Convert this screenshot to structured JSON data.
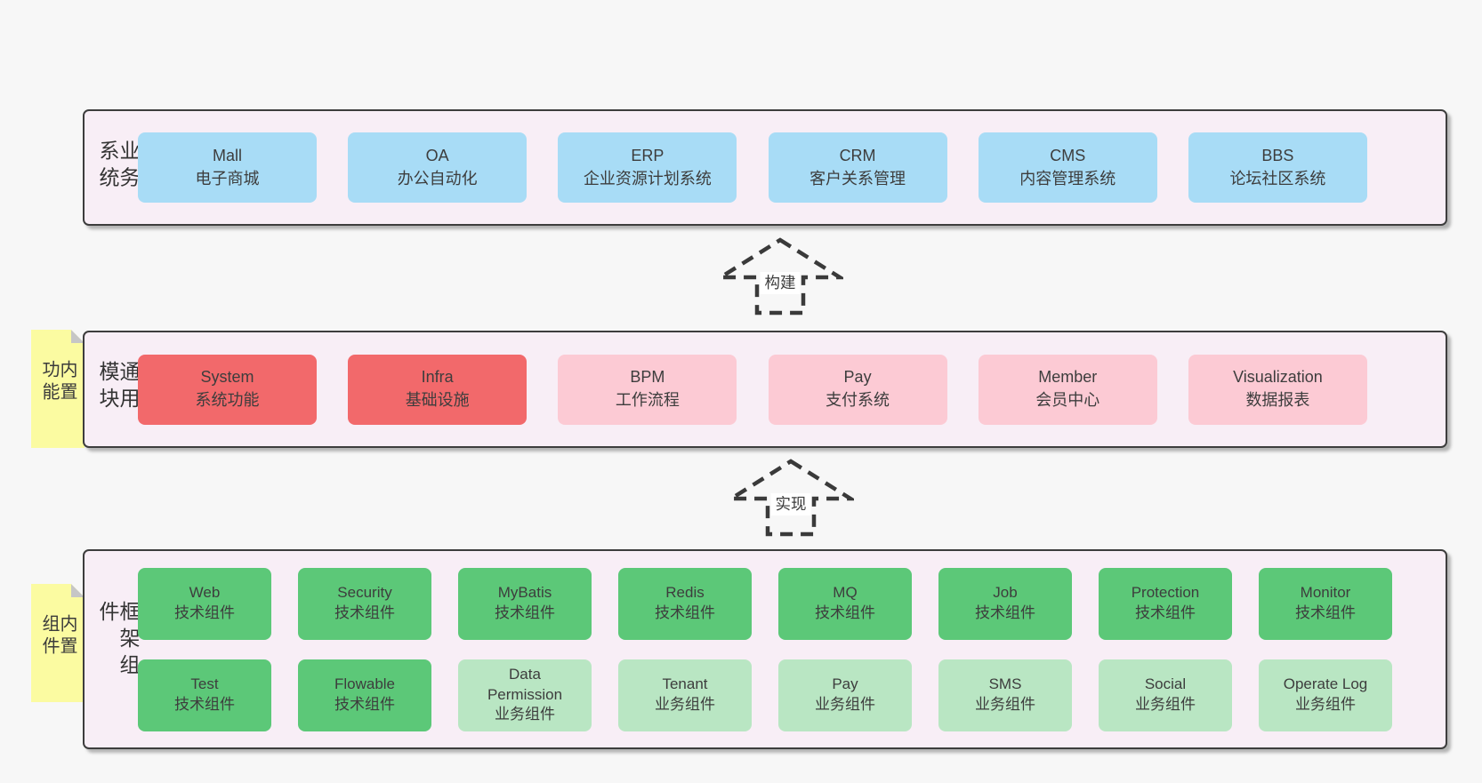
{
  "palette": {
    "page_bg": "#f7f7f7",
    "panel_bg": "#f8eef6",
    "panel_border": "#3d3d3d",
    "blue": "#a8dcf6",
    "red": "#f2696b",
    "pink": "#fccad4",
    "green": "#5cc878",
    "green_light": "#b9e6c3",
    "sticky_yellow": "#fbfba1",
    "fold_gray": "#c6c6c6",
    "text": "#3d3d3d"
  },
  "arrows": [
    {
      "label": "构建"
    },
    {
      "label": "实现"
    }
  ],
  "layers": [
    {
      "label": "业务系统",
      "boxes": [
        {
          "title": "Mall",
          "subtitle": "电子商城"
        },
        {
          "title": "OA",
          "subtitle": "办公自动化"
        },
        {
          "title": "ERP",
          "subtitle": "企业资源计划系统"
        },
        {
          "title": "CRM",
          "subtitle": "客户关系管理"
        },
        {
          "title": "CMS",
          "subtitle": "内容管理系统"
        },
        {
          "title": "BBS",
          "subtitle": "论坛社区系统"
        }
      ]
    },
    {
      "label": "通用模块",
      "sticky": "内置功能",
      "boxes": [
        {
          "title": "System",
          "subtitle": "系统功能"
        },
        {
          "title": "Infra",
          "subtitle": "基础设施"
        },
        {
          "title": "BPM",
          "subtitle": "工作流程"
        },
        {
          "title": "Pay",
          "subtitle": "支付系统"
        },
        {
          "title": "Member",
          "subtitle": "会员中心"
        },
        {
          "title": "Visualization",
          "subtitle": "数据报表"
        }
      ]
    },
    {
      "label": "框架组件",
      "sticky": "内置组件",
      "boxes": [
        {
          "title": "Web",
          "subtitle": "技术组件"
        },
        {
          "title": "Security",
          "subtitle": "技术组件"
        },
        {
          "title": "MyBatis",
          "subtitle": "技术组件"
        },
        {
          "title": "Redis",
          "subtitle": "技术组件"
        },
        {
          "title": "MQ",
          "subtitle": "技术组件"
        },
        {
          "title": "Job",
          "subtitle": "技术组件"
        },
        {
          "title": "Protection",
          "subtitle": "技术组件"
        },
        {
          "title": "Monitor",
          "subtitle": "技术组件"
        },
        {
          "title": "Test",
          "subtitle": "技术组件"
        },
        {
          "title": "Flowable",
          "subtitle": "技术组件"
        },
        {
          "title": "Data Permission",
          "subtitle": "业务组件"
        },
        {
          "title": "Tenant",
          "subtitle": "业务组件"
        },
        {
          "title": "Pay",
          "subtitle": "业务组件"
        },
        {
          "title": "SMS",
          "subtitle": "业务组件"
        },
        {
          "title": "Social",
          "subtitle": "业务组件"
        },
        {
          "title": "Operate Log",
          "subtitle": "业务组件"
        }
      ]
    }
  ]
}
